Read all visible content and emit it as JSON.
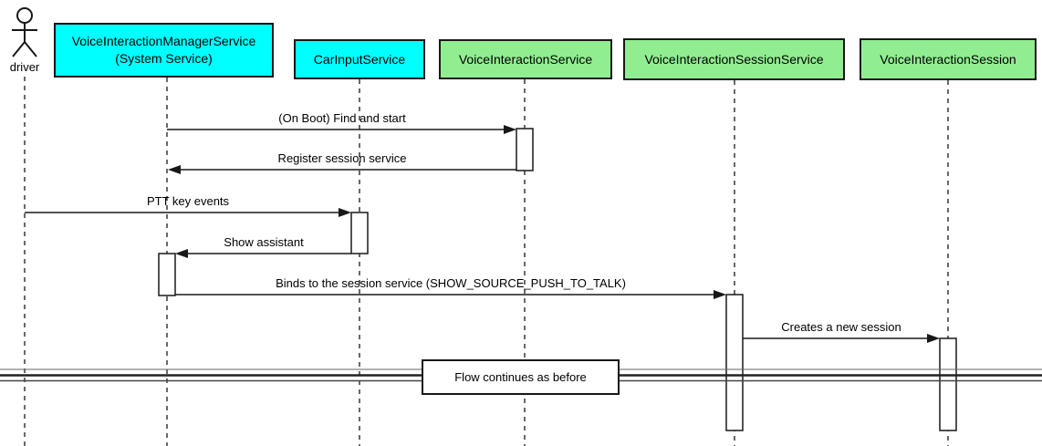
{
  "diagram": {
    "kind": "uml-sequence-diagram",
    "background_color": "#ffffff",
    "colors": {
      "participant_cyan": "#00ffff",
      "participant_green": "#90ee90",
      "border": "#181818",
      "line": "#181818",
      "activation_fill": "#ffffff"
    }
  },
  "actor": {
    "name": "driver",
    "icon": "stick-figure-actor-icon"
  },
  "participants": [
    {
      "label": "VoiceInteractionManagerService\n(System Service)",
      "color": "#00ffff"
    },
    {
      "label": "CarInputService",
      "color": "#00ffff"
    },
    {
      "label": "VoiceInteractionService",
      "color": "#90ee90"
    },
    {
      "label": "VoiceInteractionSessionService",
      "color": "#90ee90"
    },
    {
      "label": "VoiceInteractionSession",
      "color": "#90ee90"
    }
  ],
  "messages": [
    {
      "label": "(On Boot) Find and start",
      "from": "VoiceInteractionManagerService (System Service)",
      "to": "VoiceInteractionService",
      "direction": "right"
    },
    {
      "label": "Register session service",
      "from": "VoiceInteractionService",
      "to": "VoiceInteractionManagerService (System Service)",
      "direction": "left"
    },
    {
      "label": "PTT key events",
      "from": "driver",
      "to": "CarInputService",
      "direction": "right"
    },
    {
      "label": "Show assistant",
      "from": "CarInputService",
      "to": "VoiceInteractionManagerService (System Service)",
      "direction": "left"
    },
    {
      "label": "Binds to the session service (SHOW_SOURCE_PUSH_TO_TALK)",
      "from": "VoiceInteractionManagerService (System Service)",
      "to": "VoiceInteractionSessionService",
      "direction": "right"
    },
    {
      "label": "Creates a new session",
      "from": "VoiceInteractionSessionService",
      "to": "VoiceInteractionSession",
      "direction": "right"
    }
  ],
  "divider": {
    "label": "Flow continues as before"
  }
}
